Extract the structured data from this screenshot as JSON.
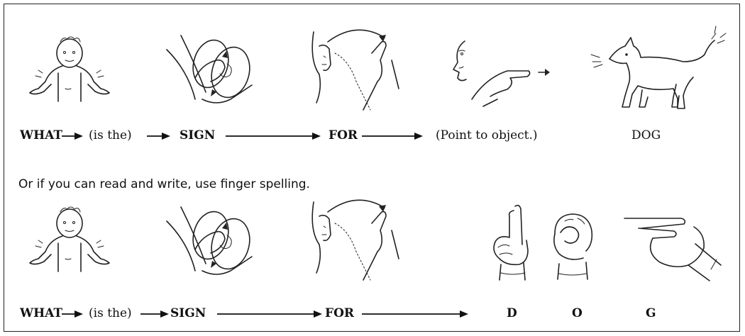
{
  "row1": {
    "labels": {
      "what": "WHAT",
      "is_the": "(is the)",
      "sign": "SIGN",
      "for": "FOR",
      "point": "(Point to object.)",
      "dog": "DOG"
    }
  },
  "note": "Or if you can read and write, use finger spelling.",
  "row2": {
    "labels": {
      "what": "WHAT",
      "is_the": "(is the)",
      "sign": "SIGN",
      "for": "FOR",
      "d": "D",
      "o": "O",
      "g": "G"
    }
  }
}
